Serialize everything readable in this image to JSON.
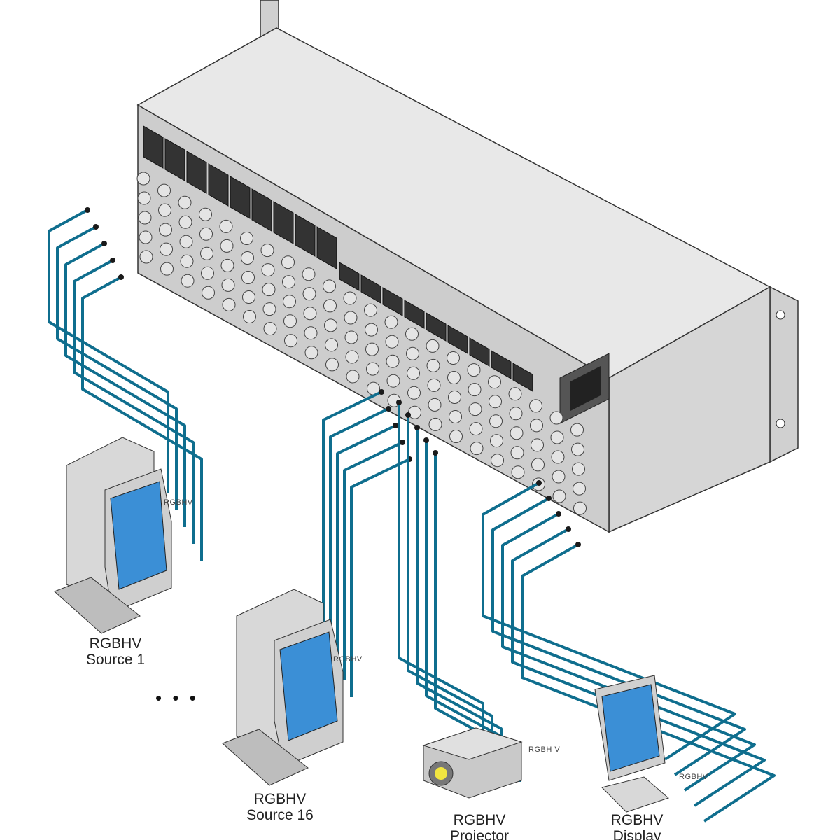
{
  "colors": {
    "cable": "#0f6e8e",
    "chassis_top": "#e6e6e6",
    "chassis_side": "#d9d9d9",
    "panel": "#cfcfcf",
    "screen": "#3b8fd6"
  },
  "devices": {
    "source1": {
      "title": "RGBHV",
      "subtitle": "Source 1",
      "cable_label": "RGBHV"
    },
    "source16": {
      "title": "RGBHV",
      "subtitle": "Source 16",
      "cable_label": "RGBHV"
    },
    "projector": {
      "title": "RGBHV",
      "subtitle": "Projector",
      "cable_label": "RGBH V"
    },
    "display": {
      "title": "RGBHV",
      "subtitle": "Display",
      "cable_label": "RGBHV"
    }
  },
  "ellipsis": "• • •"
}
